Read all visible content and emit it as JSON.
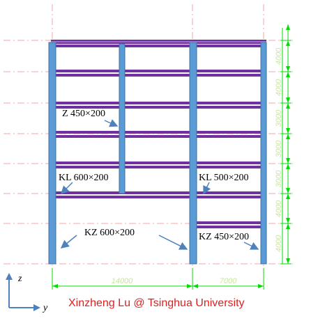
{
  "colors": {
    "column_fill": "#5b9bd5",
    "column_stroke": "#3f6f9f",
    "beam": "#7030a0",
    "beam_highlight": "#c9a6e6",
    "gridline": "#f4a6a6",
    "dimension": "#00dd00",
    "leader": "#4f81bd",
    "axis": "#4f81bd",
    "credit_text": "#e02020"
  },
  "labels": {
    "z_column": "Z 450×200",
    "kl_left": "KL 600×200",
    "kl_right": "KL 500×200",
    "kz_left": "KZ 600×200",
    "kz_right": "KZ 450×200"
  },
  "storey_heights": [
    "4000",
    "4000",
    "3000",
    "3000",
    "3000",
    "4000",
    "4000"
  ],
  "span_widths": [
    "14000",
    "7000"
  ],
  "axis": {
    "vertical": "z",
    "horizontal": "y"
  },
  "credit": "Xinzheng Lu @ Tsinghua University"
}
